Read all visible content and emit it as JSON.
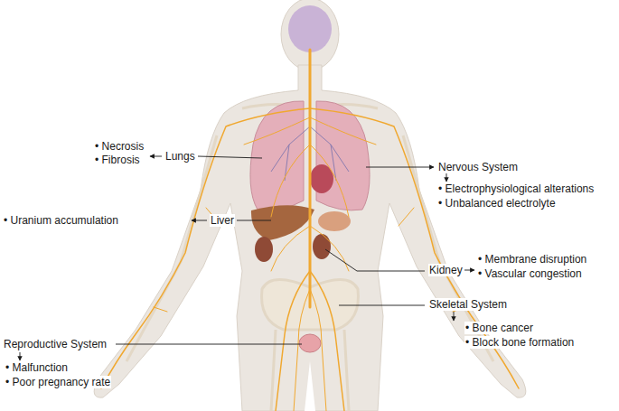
{
  "diagram": {
    "labels": [
      "• Necrosis",
      "• Fibrosis",
      "Lungs",
      "Nervous System",
      "• Electrophysiological alterations",
      "• Unbalanced electrolyte",
      "• Uranium accumulation",
      "Liver",
      "Kidney",
      "• Membrane disruption",
      "• Vascular congestion",
      "Skeletal System",
      "• Bone cancer",
      "• Block bone formation",
      "Reproductive System",
      "• Malfunction",
      "• Poor pregnancy rate"
    ]
  }
}
